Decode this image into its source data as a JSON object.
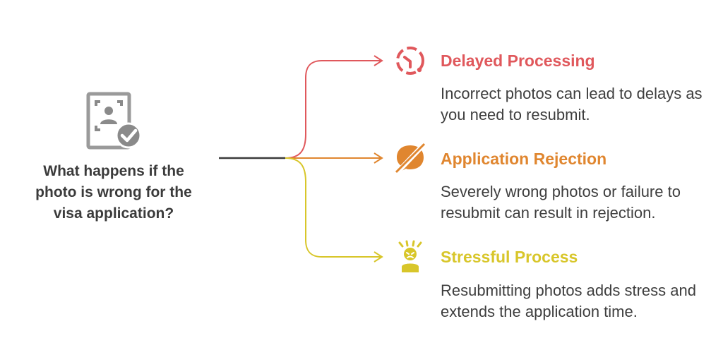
{
  "question": {
    "text": "What happens if the photo is wrong for the visa application?",
    "icon": "photo-id-check-icon"
  },
  "colors": {
    "stem": "#3b3b3b",
    "delayed": "#e0585c",
    "rejection": "#e0862f",
    "stress": "#d8c62a"
  },
  "outcomes": [
    {
      "title": "Delayed Processing",
      "description": "Incorrect photos can lead to delays as you need to resubmit.",
      "icon": "clock-delay-icon",
      "color": "#e0585c"
    },
    {
      "title": "Application Rejection",
      "description": "Severely wrong photos or failure to resubmit can result in rejection.",
      "icon": "rejected-speech-bubble-icon",
      "color": "#e0862f"
    },
    {
      "title": "Stressful Process",
      "description": "Resubmitting photos adds stress and extends the application time.",
      "icon": "stressed-person-icon",
      "color": "#d8c62a"
    }
  ]
}
